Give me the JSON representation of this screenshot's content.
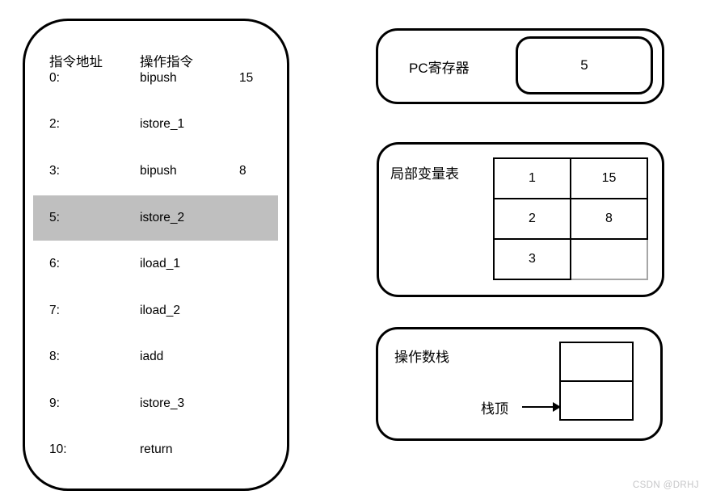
{
  "instructions": {
    "header": {
      "address": "指令地址",
      "opcode": "操作指令"
    },
    "rows": [
      {
        "addr": "0:",
        "op": "bipush",
        "operand": "15"
      },
      {
        "addr": "2:",
        "op": "istore_1",
        "operand": ""
      },
      {
        "addr": "3:",
        "op": "bipush",
        "operand": "8"
      },
      {
        "addr": "5:",
        "op": "istore_2",
        "operand": ""
      },
      {
        "addr": "6:",
        "op": "iload_1",
        "operand": ""
      },
      {
        "addr": "7:",
        "op": "iload_2",
        "operand": ""
      },
      {
        "addr": "8:",
        "op": "iadd",
        "operand": ""
      },
      {
        "addr": "9:",
        "op": "istore_3",
        "operand": ""
      },
      {
        "addr": "10:",
        "op": "return",
        "operand": ""
      }
    ],
    "highlighted_index": 3,
    "highlight_color": "#bfbfbf"
  },
  "pc_register": {
    "label": "PC寄存器",
    "value": "5"
  },
  "local_variables": {
    "label": "局部变量表",
    "table": [
      [
        "1",
        "15"
      ],
      [
        "2",
        "8"
      ],
      [
        "3",
        ""
      ]
    ],
    "empty_cell_border_color": "#a6a6a6"
  },
  "operand_stack": {
    "label": "操作数栈",
    "stack_top_label": "栈顶",
    "cells": [
      "",
      ""
    ]
  },
  "watermark": "CSDN @DRHJ"
}
